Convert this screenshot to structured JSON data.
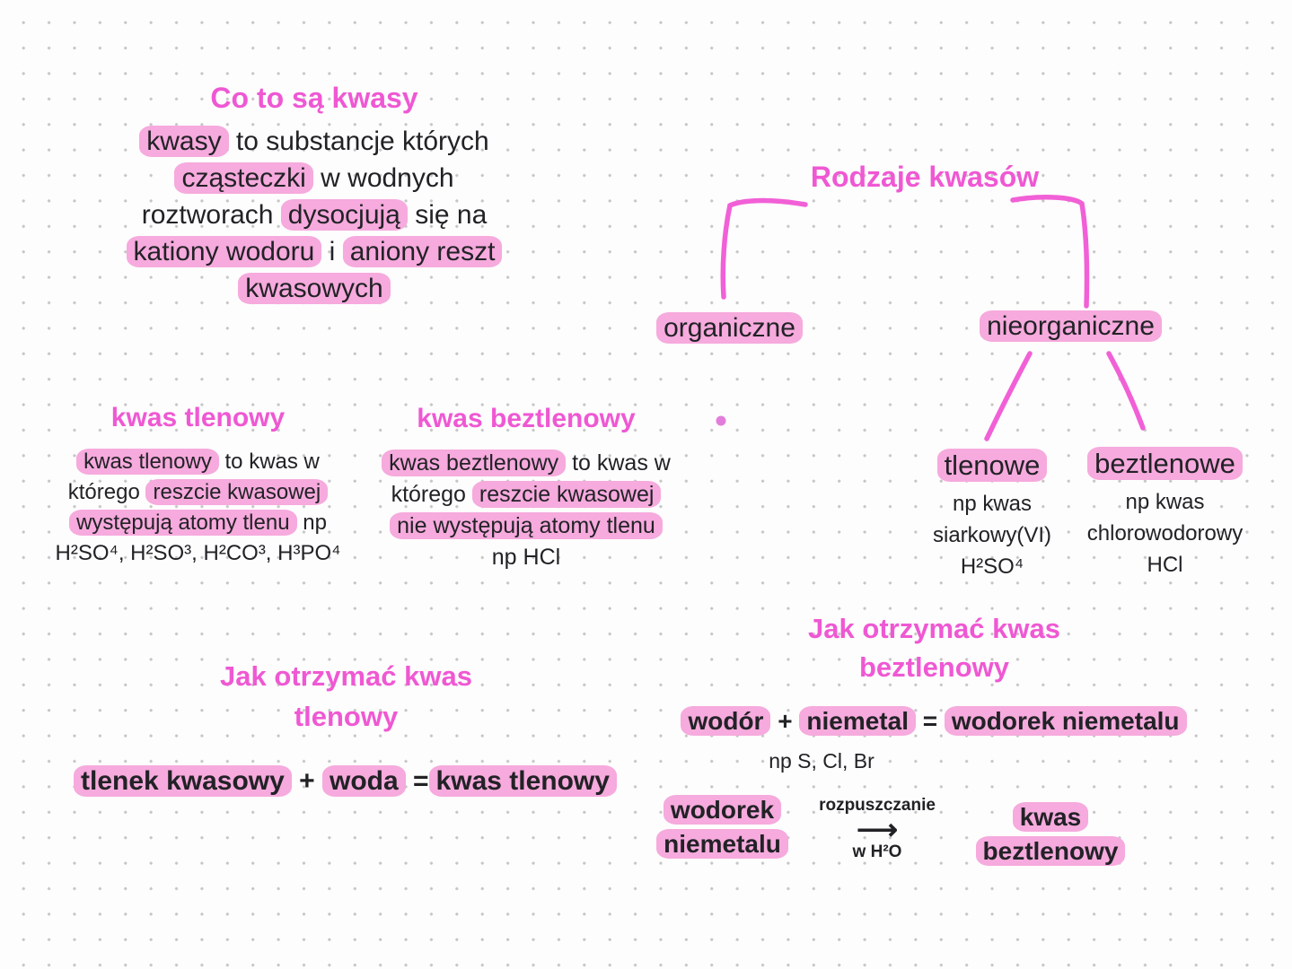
{
  "palette": {
    "background": "#fdfdfd",
    "grid_dot": "#c6c6c6",
    "heading_pink": "#ef58d3",
    "highlight_pink": "#f6aadd",
    "connector_pink": "#f160d6",
    "ink": "#222226"
  },
  "what_are_acids": {
    "title": "Co to są kwasy",
    "l1a": "kwasy",
    "l1b": " to substancje których",
    "l2a": "cząsteczki",
    "l2b": " w wodnych",
    "l3a": "roztworach ",
    "l3b": "dysocjują",
    "l3c": " się na",
    "l4a": "kationy wodoru",
    "l4b": " i ",
    "l4c": "aniony reszt",
    "l5a": "kwasowych"
  },
  "rodzaje": {
    "title": "Rodzaje kwasów",
    "left_branch": "organiczne",
    "right_branch": "nieorganiczne",
    "oxy": {
      "label": "tlenowe",
      "line1": "np kwas",
      "line2": "siarkowy(VI)",
      "line3": "H²SO⁴"
    },
    "anoxy": {
      "label": "beztlenowe",
      "line1": "np kwas",
      "line2": "chlorowodorowy",
      "line3": "HCl"
    }
  },
  "kwas_tlenowy": {
    "title": "kwas tlenowy",
    "l1a": "kwas tlenowy",
    "l1b": " to kwas w",
    "l2a": "którego ",
    "l2b": "reszcie kwasowej",
    "l3a": "występują atomy tlenu",
    "l3b": " np",
    "l4": "H²SO⁴, H²SO³, H²CO³, H³PO⁴"
  },
  "kwas_beztlenowy": {
    "title": "kwas beztlenowy",
    "l1a": "kwas beztlenowy",
    "l1b": " to kwas w",
    "l2a": "którego ",
    "l2b": "reszcie kwasowej",
    "l3a": "nie występują atomy tlenu",
    "l4": "np HCl"
  },
  "otrzymac_tlenowy": {
    "title_l1": "Jak otrzymać kwas",
    "title_l2": "tlenowy",
    "eq_a": "tlenek kwasowy",
    "eq_plus": " + ",
    "eq_b": "woda",
    "eq_eq": " =",
    "eq_c": "kwas tlenowy"
  },
  "otrzymac_beztlenowy": {
    "title_l1": "Jak otrzymać kwas",
    "title_l2": "beztlenowy",
    "eq_a": "wodór",
    "eq_plus": " + ",
    "eq_b": "niemetal",
    "eq_eq": " = ",
    "eq_c": "wodorek niemetalu",
    "note": "np S, Cl, Br",
    "flow": {
      "left_l1": "wodorek",
      "left_l2": "niemetalu",
      "arrow_top": "rozpuszczanie",
      "arrow_glyph": "⟶",
      "arrow_bottom": "w H²O",
      "right_l1": "kwas",
      "right_l2": "beztlenowy"
    }
  }
}
